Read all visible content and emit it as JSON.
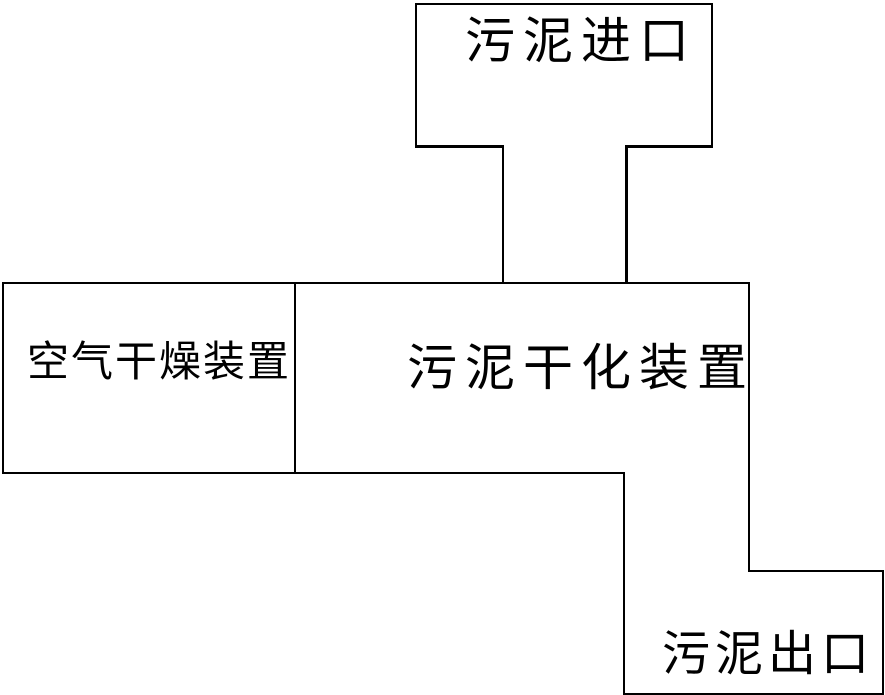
{
  "diagram": {
    "background_color": "#ffffff",
    "line_color": "#000000",
    "text_color": "#000000",
    "nodes": {
      "sludge_inlet": {
        "label": "污泥进口"
      },
      "air_drying_device": {
        "label": "空气干燥装置"
      },
      "sludge_drying_device": {
        "label": "污泥干化装置"
      },
      "sludge_outlet": {
        "label": "污泥出口"
      }
    }
  }
}
